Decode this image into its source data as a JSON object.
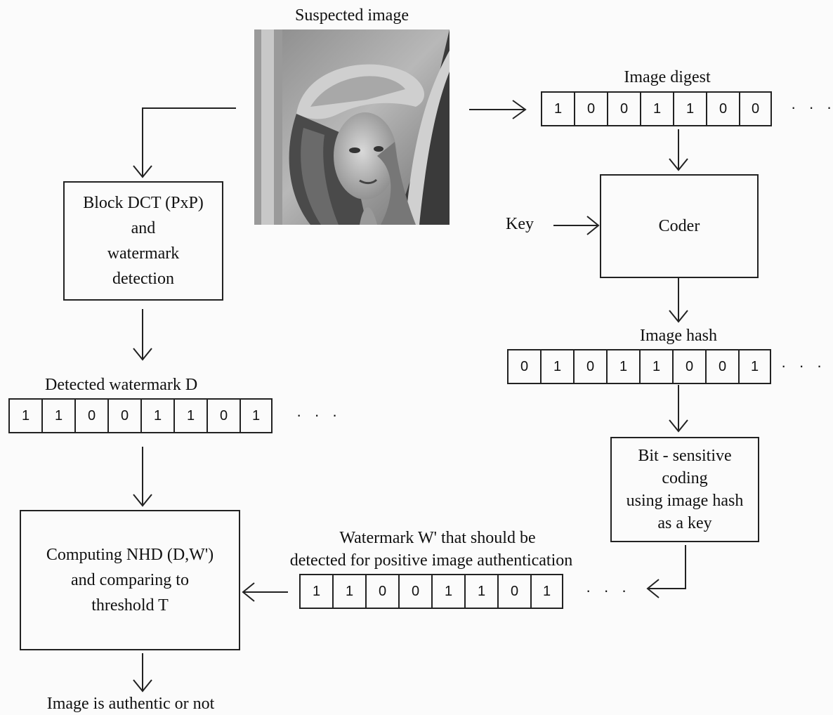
{
  "suspected_image": {
    "label": "Suspected image"
  },
  "image_digest": {
    "label": "Image digest",
    "bits": [
      "1",
      "0",
      "0",
      "1",
      "1",
      "0",
      "0"
    ],
    "ellipsis": "· · ·"
  },
  "key_label": "Key",
  "coder": {
    "label": "Coder"
  },
  "image_hash": {
    "label": "Image hash",
    "bits": [
      "0",
      "1",
      "0",
      "1",
      "1",
      "0",
      "0",
      "1"
    ],
    "ellipsis": "· · ·"
  },
  "bit_sensitive_coding": {
    "label": "Bit - sensitive\ncoding\nusing image hash\nas a key"
  },
  "block_dct": {
    "label": "Block DCT (PxP)\nand\nwatermark\ndetection"
  },
  "detected_watermark": {
    "label": "Detected watermark D",
    "bits": [
      "1",
      "1",
      "0",
      "0",
      "1",
      "1",
      "0",
      "1"
    ],
    "ellipsis": "· · ·"
  },
  "expected_watermark": {
    "label_line1": "Watermark W' that should be",
    "label_line2": "detected for positive image authentication",
    "bits": [
      "1",
      "1",
      "0",
      "0",
      "1",
      "1",
      "0",
      "1"
    ],
    "ellipsis": "· · ·"
  },
  "nhd": {
    "label": "Computing NHD (D,W')\nand comparing to\nthreshold T"
  },
  "result_label": "Image is authentic or not"
}
